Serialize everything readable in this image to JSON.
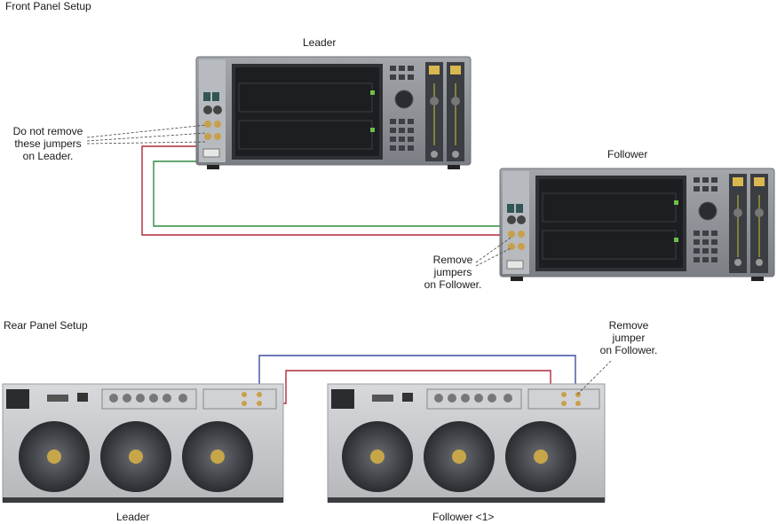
{
  "front_panel": {
    "heading": "Front Panel Setup",
    "leader_label": "Leader",
    "follower_label": "Follower",
    "leader_note": [
      "Do not remove",
      "these jumpers",
      "on Leader."
    ],
    "follower_note": [
      "Remove",
      "jumpers",
      "on Follower."
    ]
  },
  "rear_panel": {
    "heading": "Rear Panel Setup",
    "leader_label": "Leader",
    "follower_label": "Follower <1>",
    "follower_note": [
      "Remove",
      "jumper",
      "on Follower."
    ]
  },
  "colors": {
    "red_cable": "#b0283a",
    "green_cable": "#2e8b3e",
    "blue_cable": "#3b4fa0",
    "instrument_body": "#8d9096",
    "screen": "#1c1e22",
    "rear_chassis": "#c6c8cb"
  }
}
